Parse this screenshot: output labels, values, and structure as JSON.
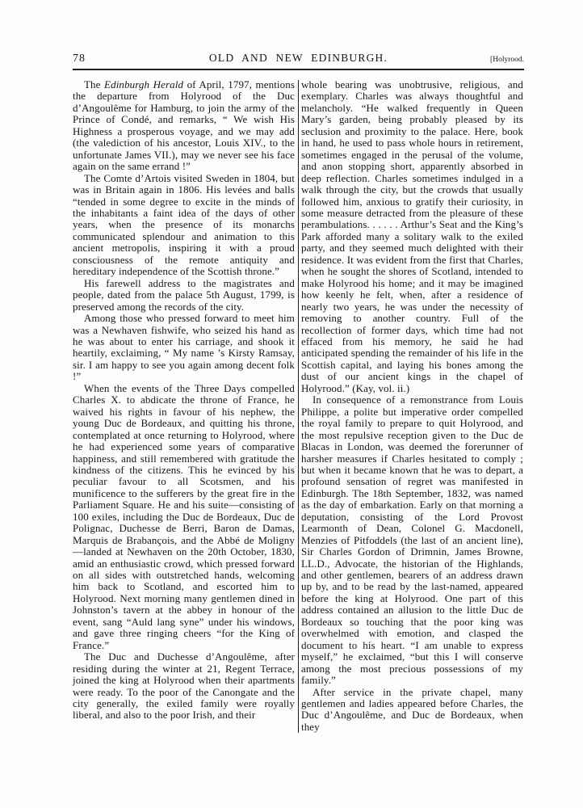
{
  "header": {
    "page_number": "78",
    "running_title": "OLD AND NEW EDINBURGH.",
    "margin_note": "[Holyrood."
  },
  "columns": {
    "left": {
      "paragraphs": [
        {
          "indent": true,
          "text": "The *Edinburgh Herald* of April, 1797, mentions the departure from Holyrood of the Duc d’Angoulême for Hamburg, to join the army of the Prince of Condé, and remarks, “ We wish His Highness a prosperous voyage, and we may add (the valediction of his ancestor, Louis XIV., to the unfortunate James VII.), may we never see his face again on the same errand !”"
        },
        {
          "indent": true,
          "text": "The Comte d’Artois visited Sweden in 1804, but was in Britain again in 1806.  His levées and balls “tended in some degree to excite in the minds of the inhabitants a faint idea of the days of other years, when the presence of its monarchs communicated splendour and animation to this ancient metropolis, inspiring it with a proud consciousness of the remote antiquity and hereditary independence of the Scottish throne.”"
        },
        {
          "indent": true,
          "text": "His farewell address to the magistrates and people, dated from the palace 5th August, 1799, is preserved among the records of the city."
        },
        {
          "indent": true,
          "text": "Among those who pressed forward to meet him was a Newhaven fishwife, who seized his hand as he was about to enter his carriage, and shook it heartily, exclaiming, “ My name ’s Kirsty Ramsay, sir.  I am happy to see you again among decent folk !”"
        },
        {
          "indent": true,
          "text": "When the events of the Three Days compelled Charles X. to abdicate the throne of France, he waived his rights in favour of his nephew, the young Duc de Bordeaux, and quitting his throne, contemplated at once returning to Holyrood, where he had experienced some years of comparative happiness, and still remembered with gratitude the kindness of the citizens.  This he evinced by his peculiar favour to all Scotsmen, and his munificence to the sufferers by the great fire in the Parliament Square.  He and his suite—consisting of 100 exiles, including the Duc de Bordeaux, Duc de Polignac, Duchesse de Berri, Baron de Damas, Marquis de Brabançois, and the Abbé de Moligny—landed at Newhaven on the 20th October, 1830, amid an enthusiastic crowd, which pressed forward on all sides with outstretched hands, welcoming him back to Scotland, and escorted him to Holyrood.  Next morning many gentlemen dined in Johnston’s tavern at the abbey in honour of the event, sang “Auld lang syne” under his windows, and gave three ringing cheers “for the King of France.”"
        },
        {
          "indent": true,
          "text": "The Duc and Duchesse d’Angoulême, after residing during the winter at 21, Regent Terrace, joined the king at Holyrood when their apartments were ready.  To the poor of the Canongate and the city generally, the exiled family were royally liberal, and also to the poor Irish, and their"
        }
      ]
    },
    "right": {
      "paragraphs": [
        {
          "indent": false,
          "text": "whole bearing was unobtrusive, religious, and exemplary.  Charles was always thoughtful and melancholy.  “He walked frequently in Queen Mary’s garden, being probably pleased by its seclusion and proximity to the palace.  Here, book in hand, he used to pass whole hours in retirement, sometimes engaged in the perusal of the volume, and anon stopping short, apparently absorbed in deep reflection.  Charles sometimes indulged in a walk through the city, but the crowds that usually followed him, anxious to gratify their curiosity, in some measure detracted from the pleasure of these perambulations. . . . . . Arthur’s Seat and the King’s Park afforded many a solitary walk to the exiled party, and they seemed much delighted with their residence.  It was evident from the first that Charles, when he sought the shores of Scotland, intended to make Holyrood his home; and it may be imagined how keenly he felt, when, after a residence of nearly two years, he was under the necessity of removing to another country.  Full of the recollection of former days, which time had not effaced from his memory, he said he had anticipated spending the remainder of his life in the Scottish capital, and laying his bones among the dust of our ancient kings in the chapel of Holyrood.”   (Kay, vol. ii.)"
        },
        {
          "indent": true,
          "text": "In consequence of a remonstrance from Louis Philippe, a polite but imperative order compelled the royal family to prepare to quit Holyrood, and the most repulsive reception given to the Duc de Blacas in London, was deemed the forerunner of harsher measures if Charles hesitated to comply ; but when it became known that he was to depart, a profound sensation of regret was manifested in Edinburgh.  The 18th September, 1832, was named as the day of embarkation.  Early on that morning a deputation, consisting of the Lord Provost Learmonth of Dean, Colonel G. Macdonell, Menzies of Pitfoddels (the last of an ancient line), Sir Charles Gordon of Drimnin, James Browne, LL.D., Advocate, the historian of the Highlands, and other gentlemen, bearers of an address drawn up by, and to be read by the last-named, appeared before the king at Holyrood.  One part of this address contained an allusion to the little Duc de Bordeaux so touching that the poor king was overwhelmed with emotion, and clasped the document to his heart.  “I am unable to express myself,” he exclaimed, “but this I will conserve among the most precious possessions of my family.”"
        },
        {
          "indent": true,
          "text": "After service in the private chapel, many gentlemen and ladies appeared before Charles, the Duc d’Angoulême, and Duc de Bordeaux, when they"
        }
      ]
    }
  }
}
